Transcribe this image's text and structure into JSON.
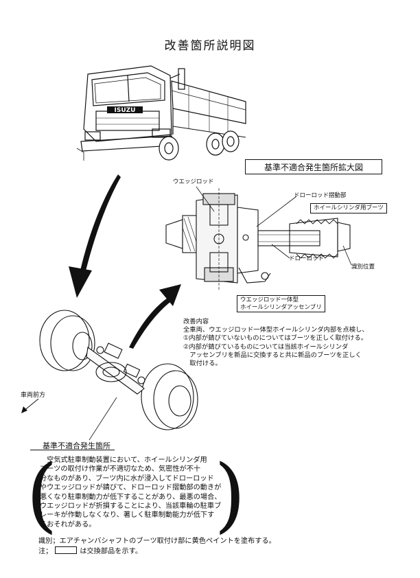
{
  "page_title": "改善箇所説明図",
  "truck": {
    "brand_badge": "ISUZU"
  },
  "enlarged": {
    "title": "基準不適合発生箇所拡大図",
    "labels": {
      "wedge_rod": "ウエッジロッド",
      "draw_rod_slide": "ドローロッド摺動部",
      "wheel_cyl_boot": "ホイールシリンダ用ブーツ",
      "draw_rod": "ドローロッド",
      "id_position": "識別位置",
      "assembly_line1": "ウエッジロッド一体型",
      "assembly_line2": "ホイールシリンダアッセンブリ"
    }
  },
  "improvement": {
    "heading": "改善内容",
    "lines": [
      "全車両、ウエッジロッド一体型ホイールシリンダ内部を点検し、",
      "①内部が錆びていないものについてはブーツを正しく取付ける。",
      "②内部が錆びているものについては当該ホイールシリンダ",
      "　アッセンブリを新品に交換すると共に新品のブーツを正しく",
      "　取付ける。"
    ]
  },
  "axle": {
    "direction_label": "車両前方"
  },
  "defect": {
    "label": "基準不適合発生箇所",
    "lines": [
      "　空気式駐車制動装置において、ホイールシリンダ用",
      "ブーツの取付け作業が不適切なため、気密性が不十",
      "分なものがあり、ブーツ内に水が浸入してドローロッド",
      "やウエッジロッドが錆びて、ドローロッド摺動部の動きが",
      "悪くなり駐車制動力が低下することがあり、最悪の場合、",
      "ウエッジロッドが折損することにより、当該車輪の駐車ブ",
      "レーキが作動しなくなり、著しく駐車制動能力が低下す",
      "るおそれがある。"
    ]
  },
  "identification": "識別；エアチャンバシャフトのブーツ取付け部に黄色ペイントを塗布する。",
  "note": {
    "prefix": "注；",
    "suffix": "は交換部品を示す。"
  }
}
